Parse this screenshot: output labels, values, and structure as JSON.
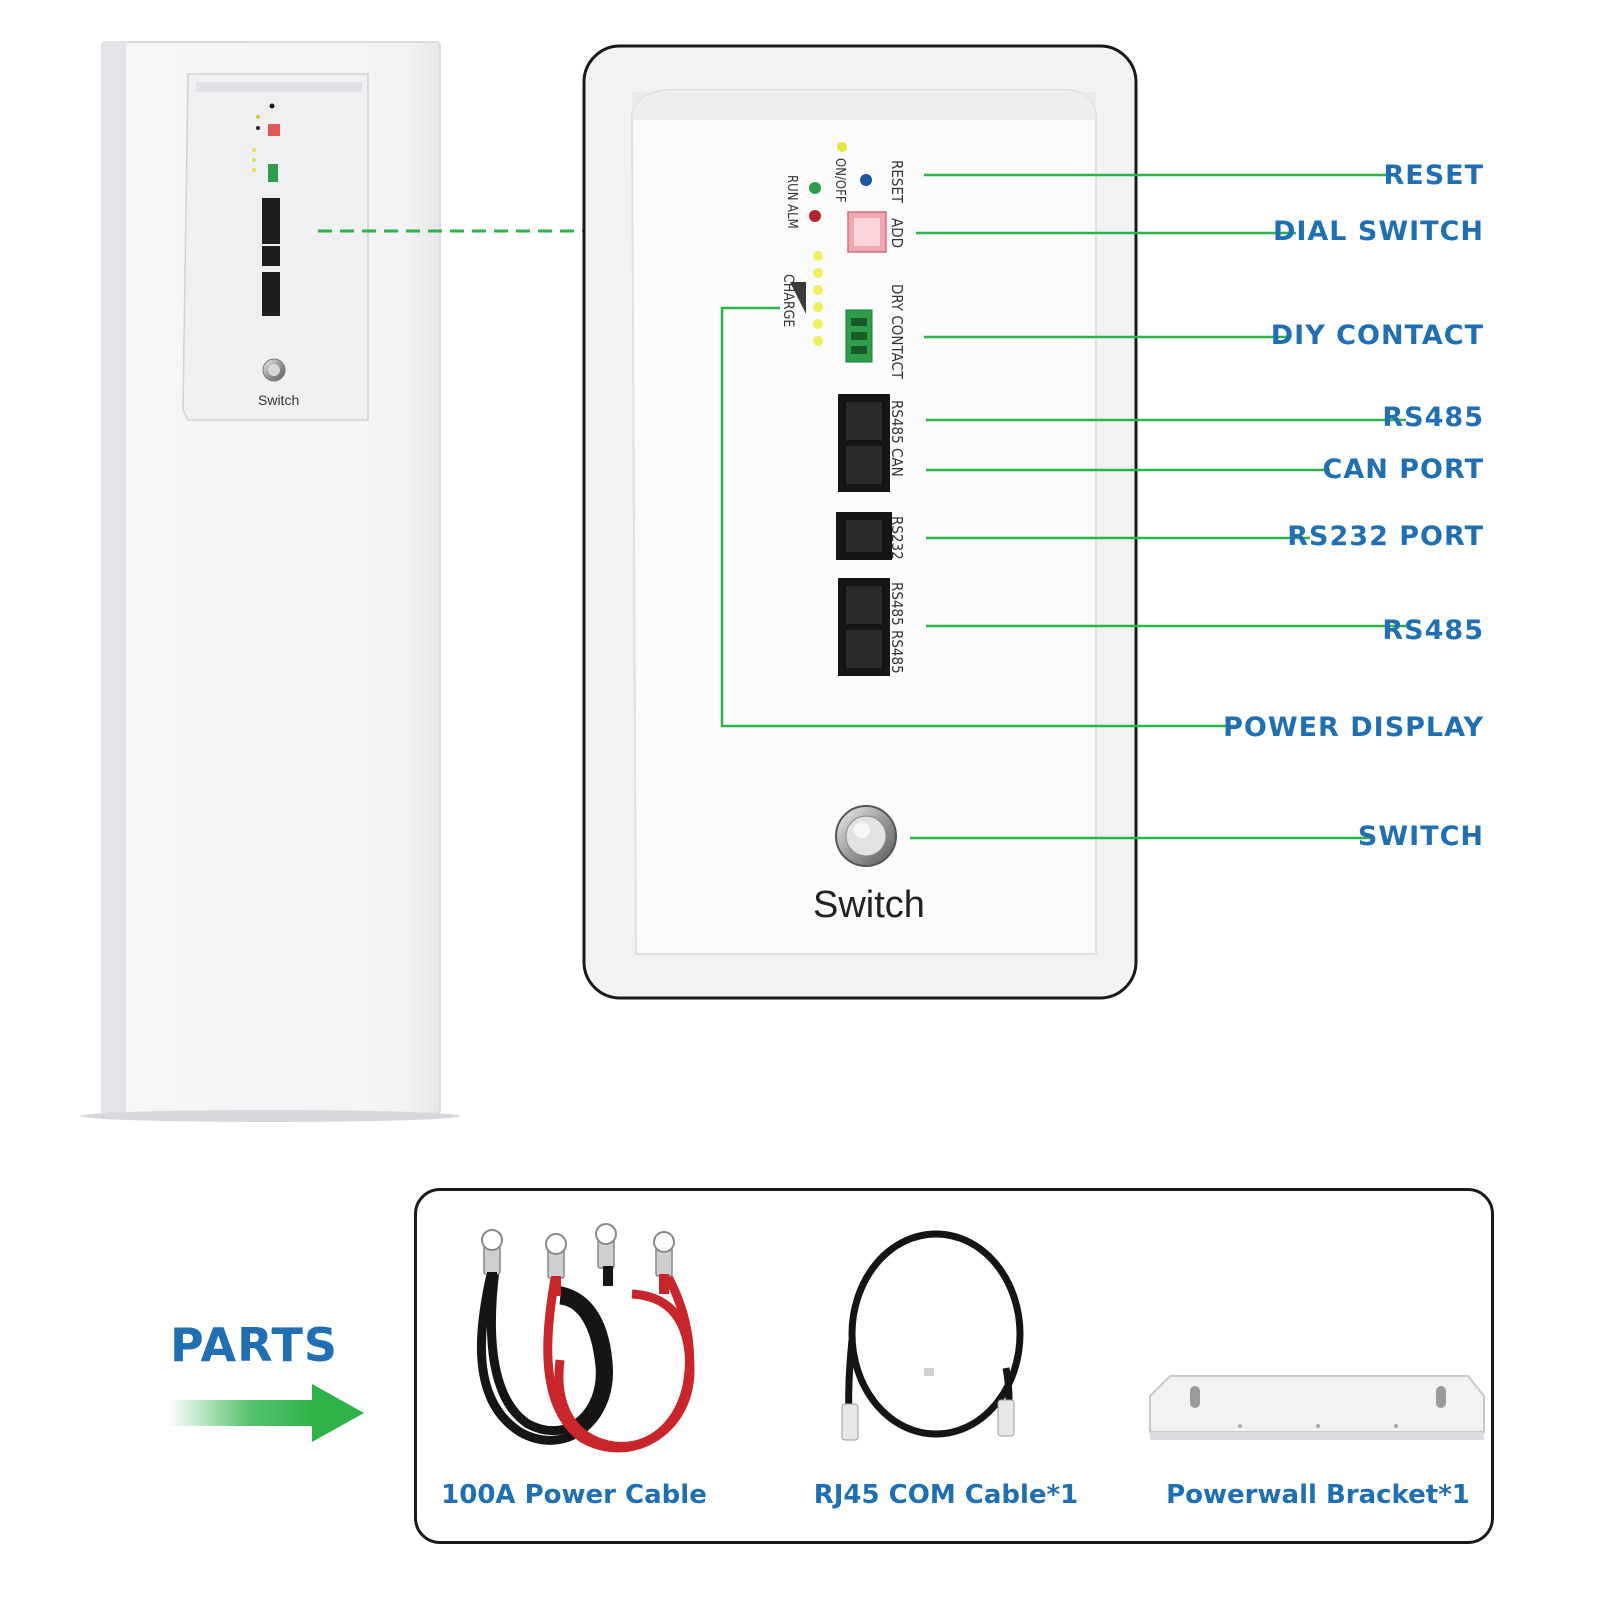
{
  "callouts": {
    "reset": "RESET",
    "dial_switch": "DIAL SWITCH",
    "diy_contact": "DIY CONTACT",
    "rs485_top": "RS485",
    "can_port": "CAN PORT",
    "rs232_port": "RS232 PORT",
    "rs485_bottom": "RS485",
    "power_display": "POWER DISPLAY",
    "switch": "SWITCH"
  },
  "panel": {
    "reset": "RESET",
    "add": "ADD",
    "on_off": "ON/OFF",
    "run_alm": "RUN ALM",
    "charge": "CHARGE",
    "dry_contact": "DRY CONTACT",
    "rs485_can": "RS485 CAN",
    "rs232": "RS232",
    "rs485_rs485": "RS485 RS485",
    "switch_label": "Switch"
  },
  "device": {
    "switch_label": "Switch"
  },
  "parts": {
    "title": "PARTS",
    "items": [
      {
        "label": "100A Power Cable",
        "icon": "power-cable-icon"
      },
      {
        "label": "RJ45 COM Cable*1",
        "icon": "rj45-cable-icon"
      },
      {
        "label": "Powerwall Bracket*1",
        "icon": "bracket-icon"
      }
    ]
  },
  "colors": {
    "callout_text": "#1f6fb2",
    "leader_line": "#2eb34a",
    "panel_border": "#1a1a1a",
    "cable_red": "#c8262a",
    "cable_black": "#151515"
  }
}
